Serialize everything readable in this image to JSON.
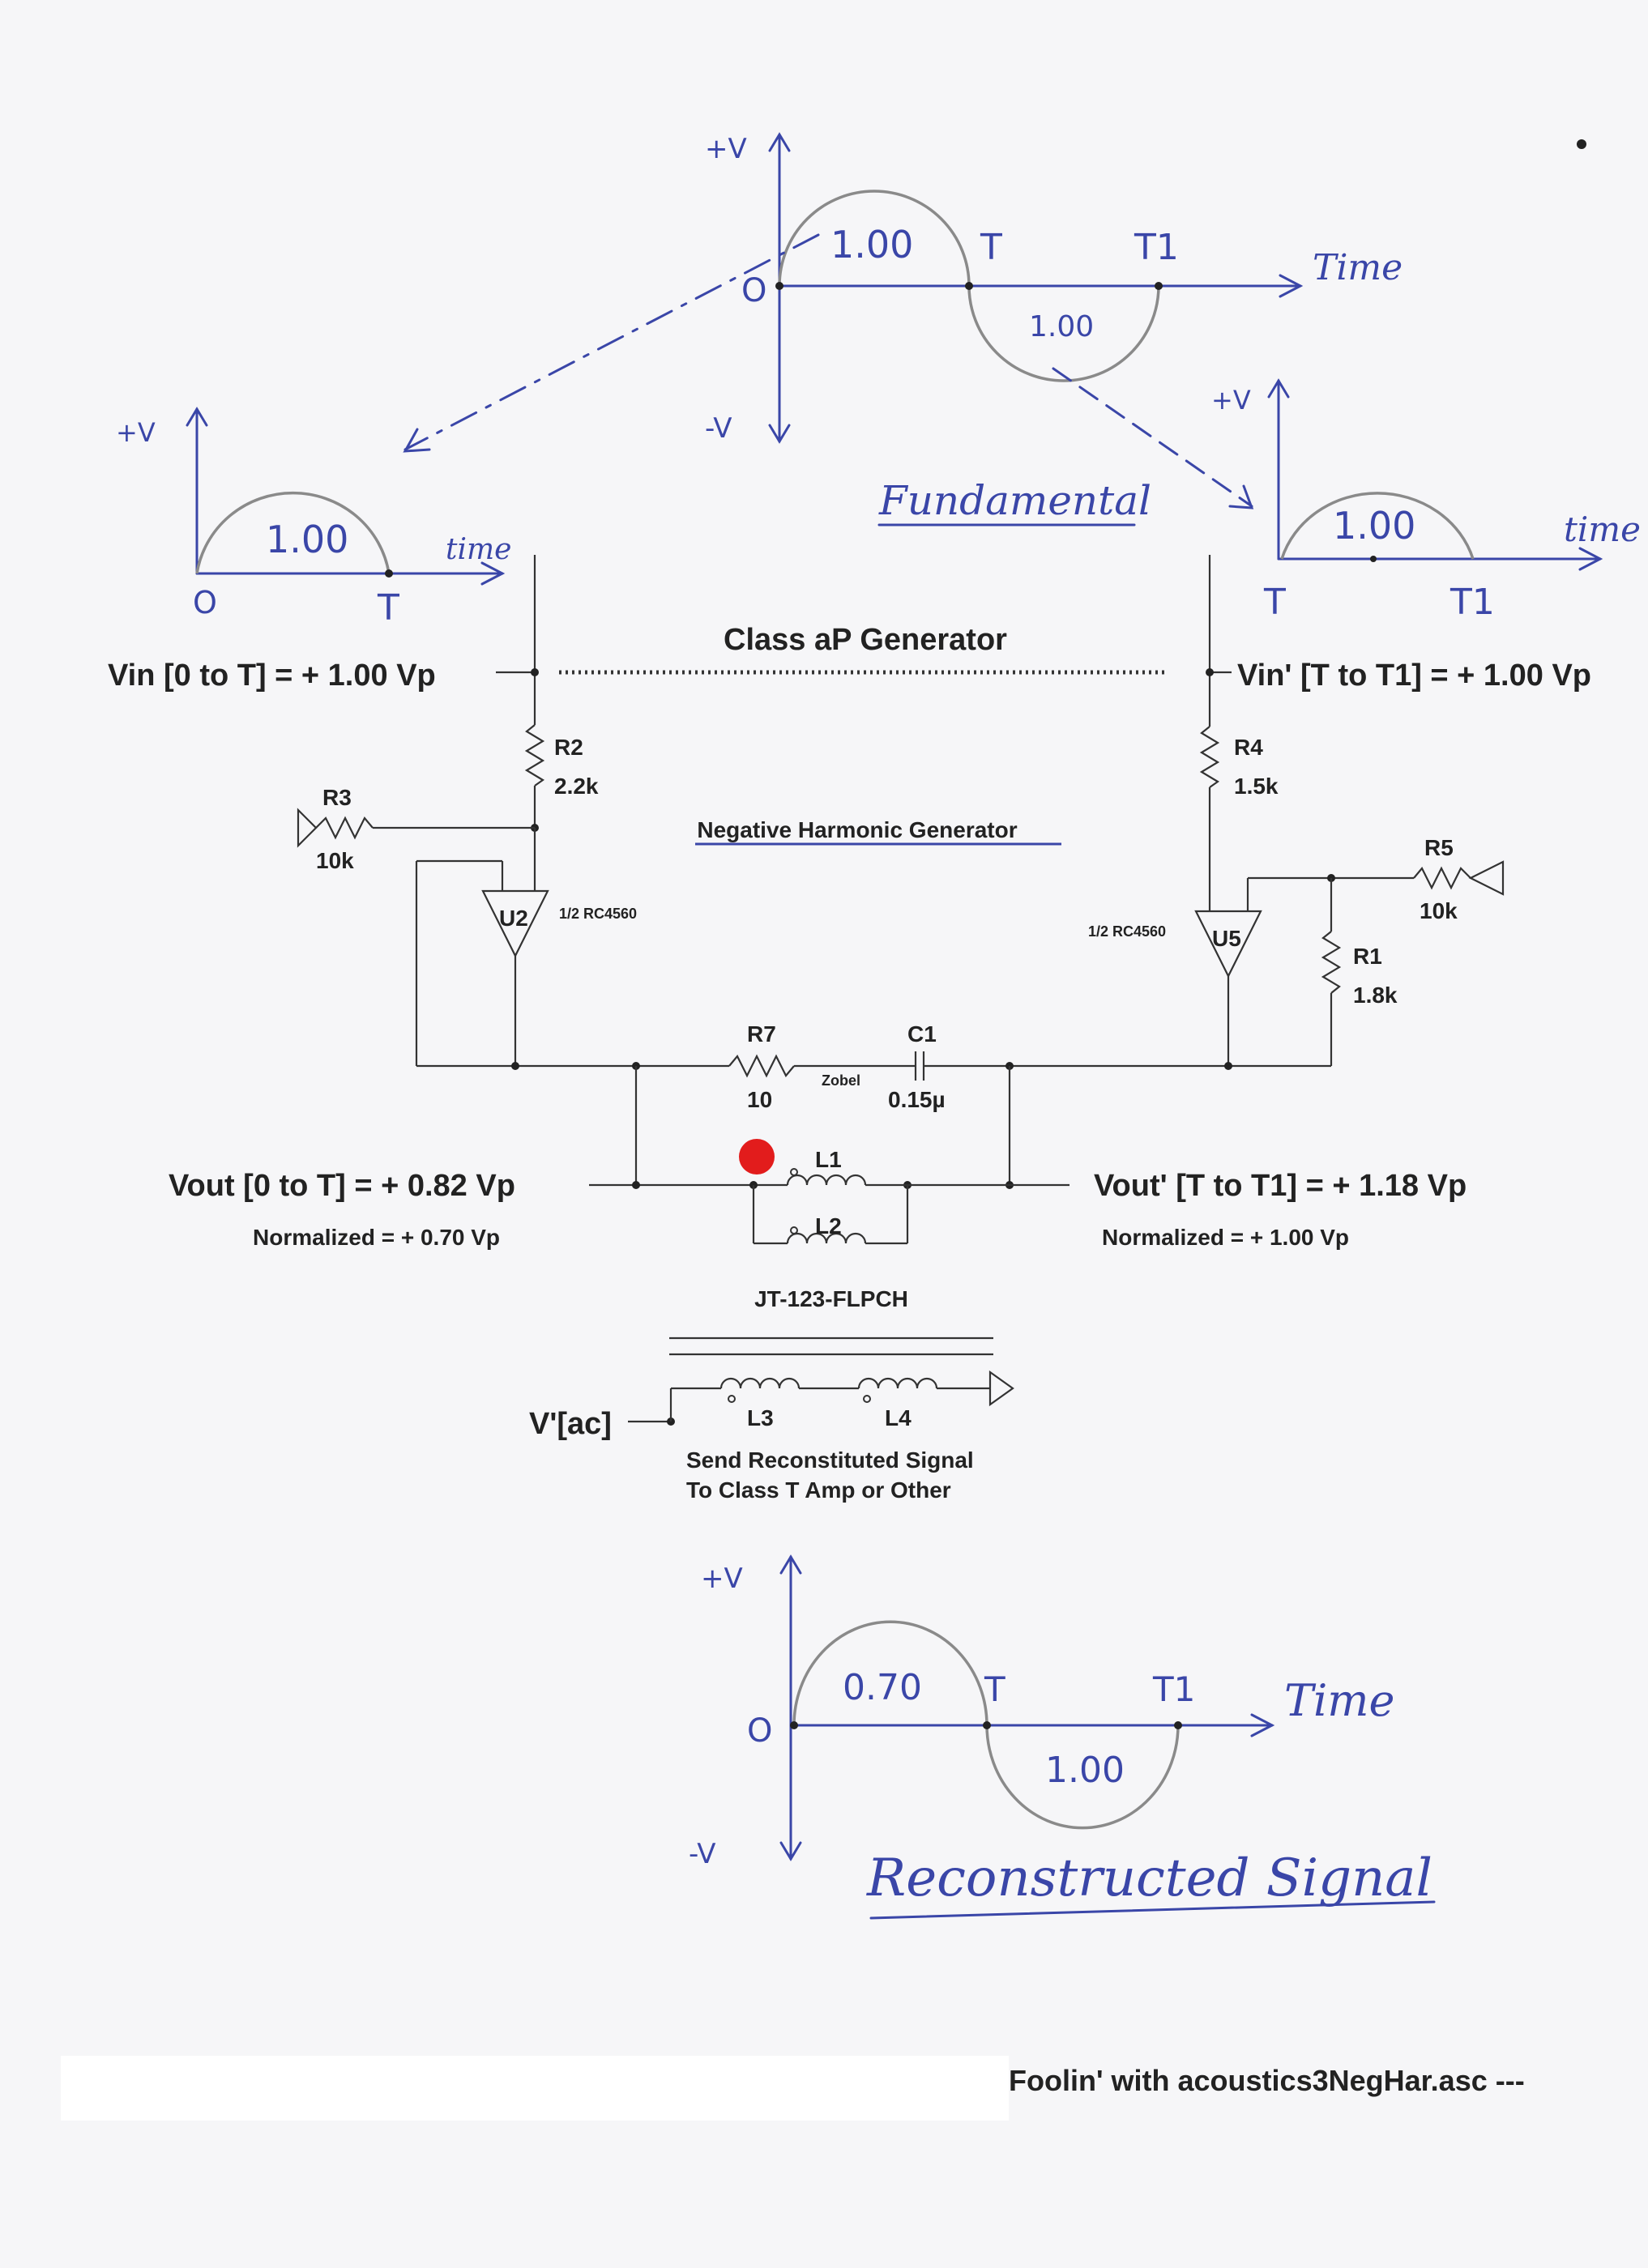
{
  "colors": {
    "ink_blue": "#3a46a8",
    "circuit": "#222222",
    "marker_red": "#e21c1c",
    "paper": "#f6f6f8"
  },
  "top_graph": {
    "plus_v": "+V",
    "minus_v": "-V",
    "origin": "O",
    "pos_amp": "1.00",
    "neg_amp": "1.00",
    "t": "T",
    "t1": "T1",
    "time": "Time"
  },
  "left_graph": {
    "plus_v": "+V",
    "origin": "O",
    "amp": "1.00",
    "t": "T",
    "time": "time"
  },
  "right_graph": {
    "plus_v": "+V",
    "amp": "1.00",
    "t": "T",
    "t1": "T1",
    "time": "time"
  },
  "fundamental_label": "Fundamental",
  "title": "Class aP Generator",
  "subtitle": "Negative Harmonic Generator",
  "vin_left": "Vin [0 to T] = + 1.00 Vp",
  "vin_right": "Vin' [T to T1] = + 1.00 Vp",
  "components": {
    "r2": {
      "name": "R2",
      "value": "2.2k"
    },
    "r3": {
      "name": "R3",
      "value": "10k"
    },
    "r4": {
      "name": "R4",
      "value": "1.5k"
    },
    "r5": {
      "name": "R5",
      "value": "10k"
    },
    "r1": {
      "name": "R1",
      "value": "1.8k"
    },
    "r7": {
      "name": "R7",
      "value": "10"
    },
    "c1": {
      "name": "C1",
      "value": "0.15µ"
    },
    "zobel": "Zobel",
    "u2": {
      "name": "U2",
      "part": "1/2 RC4560"
    },
    "u5": {
      "name": "U5",
      "part": "1/2 RC4560"
    },
    "l1": "L1",
    "l2": "L2",
    "l3": "L3",
    "l4": "L4",
    "transformer": "JT-123-FLPCH"
  },
  "vout_left": "Vout [0 to T] = + 0.82 Vp",
  "vout_left_norm": "Normalized = +  0.70 Vp",
  "vout_right": "Vout' [T to T1]  = + 1.18 Vp",
  "vout_right_norm": "Normalized = + 1.00 Vp",
  "vac_label": "V'[ac]",
  "send_line1": "Send Reconstituted Signal",
  "send_line2": "To Class T Amp or Other",
  "bottom_graph": {
    "plus_v": "+V",
    "minus_v": "-V",
    "origin": "O",
    "pos_amp": "0.70",
    "neg_amp": "1.00",
    "t": "T",
    "t1": "T1",
    "time": "Time"
  },
  "reconstructed_label": "Reconstructed Signal",
  "footer": "Foolin' with acoustics3NegHar.asc  ---"
}
